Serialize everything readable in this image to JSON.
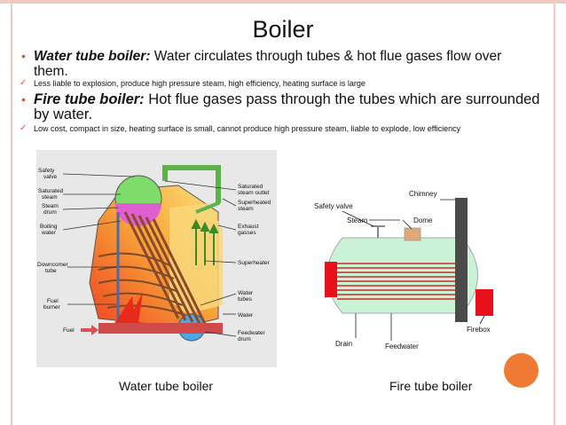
{
  "slide": {
    "title": "Boiler",
    "bullet1": {
      "term": "Water tube boiler:",
      "text": "Water circulates through tubes & hot flue gases flow over them."
    },
    "sub1": "Less liable to explosion, produce high pressure steam, high efficiency, heating surface is large",
    "bullet2": {
      "term": "Fire tube boiler:",
      "text": "Hot flue gases pass through the tubes which are surrounded by water."
    },
    "sub2": "Low cost, compact in size, heating surface is small, cannot produce high pressure steam, liable to explode, low efficiency",
    "captions": {
      "water_tube": "Water tube boiler",
      "fire_tube": "Fire tube boiler"
    },
    "water_tube_labels": {
      "safety_valve_1": "Safety",
      "safety_valve_2": "valve",
      "saturated_steam_1": "Saturated",
      "saturated_steam_2": "steam",
      "steam_drum_1": "Steam",
      "steam_drum_2": "drum",
      "boiling_water_1": "Boiling",
      "boiling_water_2": "water",
      "downcomer_1": "Downcomer",
      "downcomer_2": "tube",
      "fuel_burner_1": "Fuel",
      "fuel_burner_2": "burner",
      "fuel": "Fuel",
      "sat_steam_outlet_1": "Saturated",
      "sat_steam_outlet_2": "steam outlet",
      "superheated_1": "Superheated",
      "superheated_2": "steam",
      "exhaust_1": "Exhaust",
      "exhaust_2": "gasses",
      "superheater": "Superheater",
      "water_tubes_1": "Water",
      "water_tubes_2": "tubes",
      "water": "Water",
      "feedwater_drum_1": "Feedwater",
      "feedwater_drum_2": "drum"
    },
    "fire_tube_labels": {
      "chimney": "Chimney",
      "safety_valve": "Safety valve",
      "steam": "Steam",
      "dome": "Dome",
      "drain": "Drain",
      "feedwater": "Feedwater",
      "firebox": "Firebox"
    },
    "colors": {
      "accent": "#e4542b",
      "border": "#f2c9c0",
      "circle": "#f07a33"
    }
  }
}
